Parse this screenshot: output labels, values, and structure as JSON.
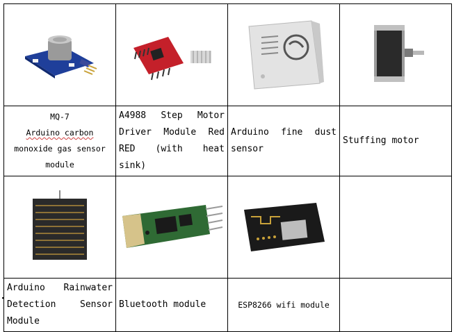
{
  "table": {
    "row1": [
      {
        "image": "mq7-gas-sensor-photo",
        "lines": [
          "MQ-7",
          "Arduino carbon",
          "monoxide gas sensor",
          "module"
        ]
      },
      {
        "image": "a4988-driver-photo",
        "lines": [
          "A4988 Step Motor",
          "Driver Module Red",
          "RED (with heat",
          "sink)"
        ]
      },
      {
        "image": "dust-sensor-photo",
        "lines": [
          "Arduino fine dust",
          "sensor"
        ]
      },
      {
        "image": "stepper-motor-photo",
        "lines": [
          "Stuffing motor"
        ]
      }
    ],
    "row2": [
      {
        "image": "rain-sensor-photo",
        "lines": [
          "Arduino Rainwater",
          "Detection Sensor",
          "Module"
        ]
      },
      {
        "image": "bluetooth-module-photo",
        "lines": [
          "Bluetooth module"
        ]
      },
      {
        "image": "esp8266-module-photo",
        "lines": [
          "ESP8266 wifi module"
        ]
      },
      {
        "image": "",
        "lines": []
      }
    ]
  },
  "colors": {
    "border": "#000000",
    "pcb_blue": "#1f3f9a",
    "pcb_red": "#c4202a",
    "pcb_green": "#2f6a34",
    "spellcheck": "#d04040"
  }
}
